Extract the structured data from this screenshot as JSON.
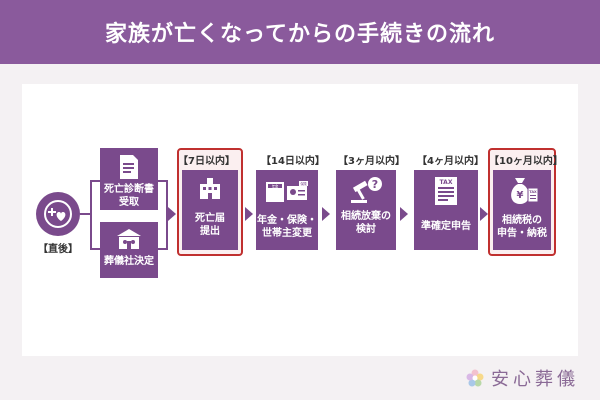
{
  "header": {
    "title": "家族が亡くなってからの手続きの流れ"
  },
  "start": {
    "label": "【直後】",
    "icon": "heart-plus-icon"
  },
  "first_steps": [
    {
      "label": "死亡診断書\n受取",
      "icon": "document-icon"
    },
    {
      "label": "葬儀社決定",
      "icon": "funeral-hall-icon"
    }
  ],
  "steps": [
    {
      "tag": "【7日以内】",
      "label": "死亡届\n提出",
      "icon": "city-hall-icon",
      "highlight": true
    },
    {
      "tag": "【14日以内】",
      "label": "年金・保険・\n世帯主変更",
      "icon": "id-card-icon",
      "highlight": false
    },
    {
      "tag": "【3ヶ月以内】",
      "label": "相続放棄の\n検討",
      "icon": "gavel-icon",
      "highlight": false
    },
    {
      "tag": "【4ヶ月以内】",
      "label": "準確定申告",
      "icon": "tax-form-icon",
      "highlight": false
    },
    {
      "tag": "【10ヶ月以内】",
      "label": "相続税の\n申告・納税",
      "icon": "money-bag-icon",
      "highlight": true
    }
  ],
  "icon_text": {
    "tax": "TAX",
    "yen": "¥",
    "pension": "年金",
    "insurance": "保険"
  },
  "logo": {
    "text": "安心葬儀",
    "icon": "flower-icon"
  },
  "colors": {
    "purple": "#7a4a8c",
    "header": "#8a5a9c",
    "highlight": "#c0302f"
  }
}
